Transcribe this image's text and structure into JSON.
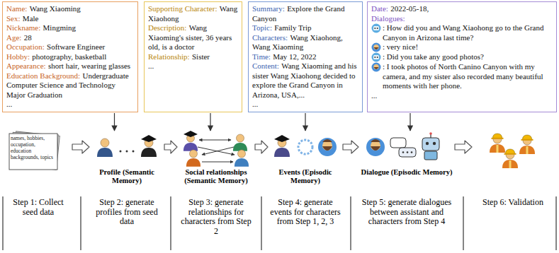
{
  "diagram": {
    "nodes": [
      {
        "text": [
          "Name:",
          "Wang Xiaoming",
          "Sex:",
          "Male",
          "Nickname:",
          "Mingming",
          "Age:",
          "28",
          "Occupation:",
          "Software Engineer",
          "Hobby:",
          "photography, basketball",
          "Appearance:",
          "short hair, wearing glasses",
          "Education Background:",
          "Undergraduate Computer Science and Technology Major Graduation",
          "..."
        ]
      },
      {
        "text": [
          "Supporting Character:",
          "Wang Xiaohong",
          "Description:",
          "Wang Xiaoming's sister, 36 years old, is a doctor",
          "Relationship:",
          "Sister",
          "..."
        ]
      },
      {
        "text": [
          "Summary:",
          "Explore the Grand Canyon",
          "Topic:",
          "Family Trip",
          "Characters:",
          "Wang Xiaohong, Wang Xiaoming",
          "Time:",
          "May 12, 2022",
          "Content:",
          "Wang Xiaoming and his sister Wang Xiaohong decided to explore the Grand Canyon in Arizona, USA,...",
          "..."
        ]
      },
      {
        "text": [
          "Date:",
          "2022-05-18,",
          "Dialogues:",
          ": How did you and Wang Xiaohong go to the Grand Canyon in Arizona last time?",
          ": very nice!",
          ": Did you take any good photos?",
          ": I took photos of North Canino Canyon with my camera, and my sister also recorded many beautiful moments with her phone.",
          "..."
        ]
      },
      {
        "text": [
          "Step 1: Collect seed data"
        ]
      },
      {
        "text": [
          "Profile (Semantic Memory)",
          "Step 2: generate profiles from seed data"
        ]
      },
      {
        "text": [
          "Social relationships (Semantic Memory)",
          "Step 3: generate relationships for characters from Step 2"
        ]
      },
      {
        "text": [
          "Events (Episodic Memory)",
          "Step 4: generate events for characters from Step 1, 2, 3"
        ]
      },
      {
        "text": [
          "Dialogue (Episodic Memory)",
          "Step 5: generate dialogues between assistant and characters from Step 4"
        ]
      },
      {
        "text": [
          "Step 6: Validation"
        ]
      }
    ],
    "edges": [
      {
        "from": 0,
        "to": 5,
        "arrow": "to"
      },
      {
        "from": 1,
        "to": 6,
        "arrow": "to"
      },
      {
        "from": 2,
        "to": 7,
        "arrow": "to"
      },
      {
        "from": 3,
        "to": 8,
        "arrow": "to"
      },
      {
        "from": 4,
        "to": 5,
        "arrow": "to"
      },
      {
        "from": 5,
        "to": 6,
        "arrow": "to"
      },
      {
        "from": 6,
        "to": 7,
        "arrow": "to"
      },
      {
        "from": 7,
        "to": 8,
        "arrow": "to"
      },
      {
        "from": 8,
        "to": 9,
        "arrow": "to"
      }
    ],
    "labels": [
      "names, hobbies, occupation, education backgrounds, topics"
    ]
  }
}
